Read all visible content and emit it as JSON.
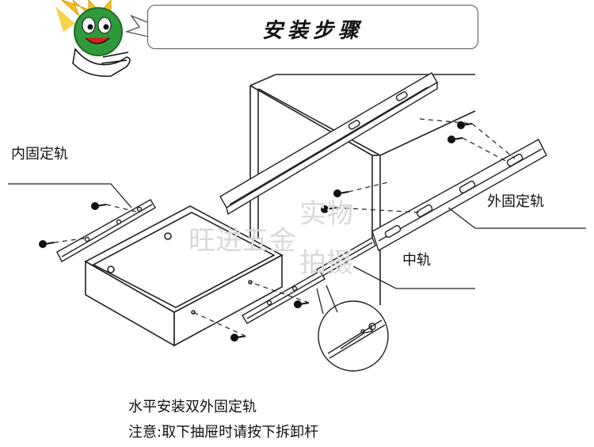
{
  "header": {
    "title": "安装步骤"
  },
  "labels": {
    "inner_rail": "内固定轨",
    "outer_rail": "外固定轨",
    "middle_rail": "中轨"
  },
  "watermark": {
    "line1": "旺进五金",
    "line2a": "实物",
    "line2b": "拍摄"
  },
  "notes": {
    "line1": "水平安装双外固定轨",
    "line2": "注意:取下抽屉时请按下拆卸杆"
  },
  "colors": {
    "line": "#222222",
    "mascot_face": "#2f9a3a",
    "mascot_flame": "#f4c21a",
    "watermark": "#d9d9d9"
  }
}
